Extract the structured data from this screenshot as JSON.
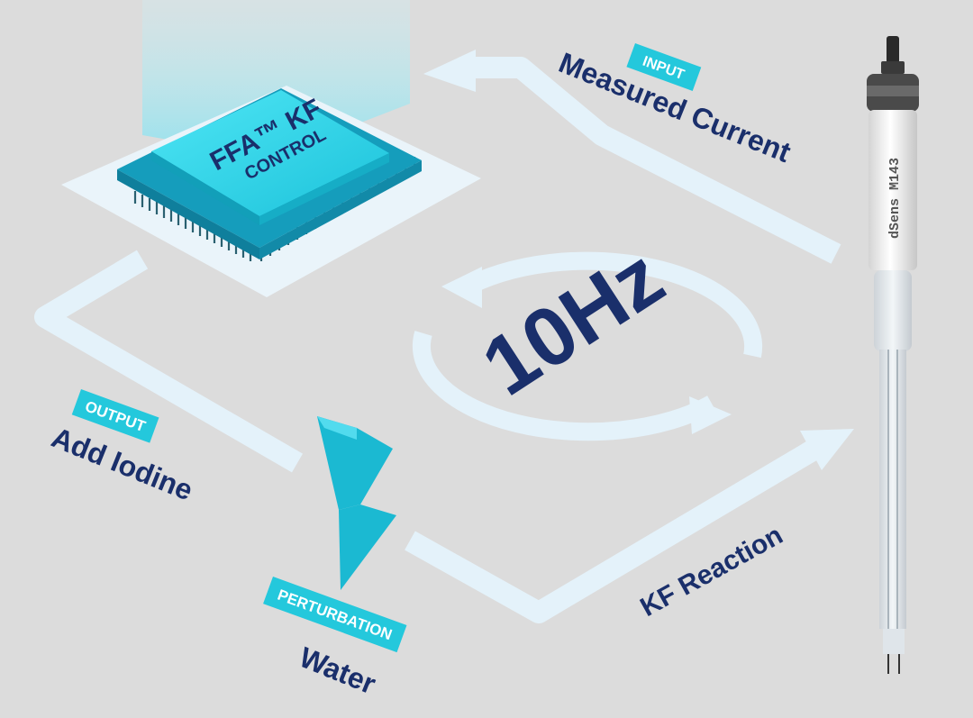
{
  "chip": {
    "line1": "FFA™ KF",
    "line2": "CONTROL"
  },
  "input": {
    "tag": "INPUT",
    "text": "Measured Current"
  },
  "output": {
    "tag": "OUTPUT",
    "text": "Add Iodine"
  },
  "perturbation": {
    "tag": "PERTURBATION",
    "text": "Water"
  },
  "reaction": {
    "text": "KF Reaction"
  },
  "frequency": {
    "text": "10Hz"
  },
  "sensor": {
    "label": "dSens M143"
  },
  "colors": {
    "background": "#dcdcdc",
    "accent_cyan": "#24c8dc",
    "navy_text": "#1a2f6b",
    "arrow": "#e4f2fa"
  }
}
